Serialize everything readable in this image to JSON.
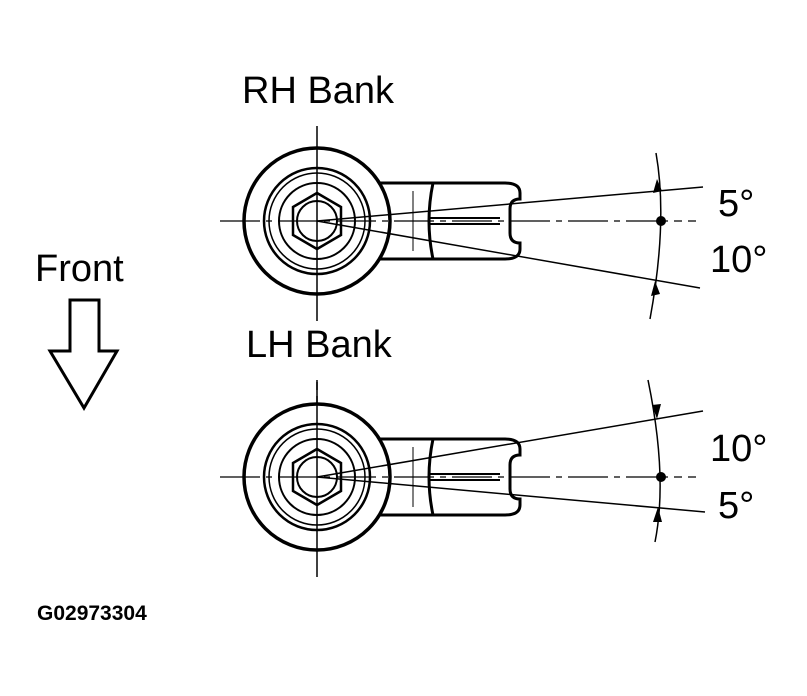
{
  "diagram": {
    "title_rh": "RH Bank",
    "title_lh": "LH Bank",
    "direction_label": "Front",
    "figure_code": "G02973304",
    "rh_bank": {
      "upper_angle": "5°",
      "lower_angle": "10°"
    },
    "lh_bank": {
      "upper_angle": "10°",
      "lower_angle": "5°"
    },
    "stroke_color": "#000000",
    "background_color": "#ffffff"
  }
}
